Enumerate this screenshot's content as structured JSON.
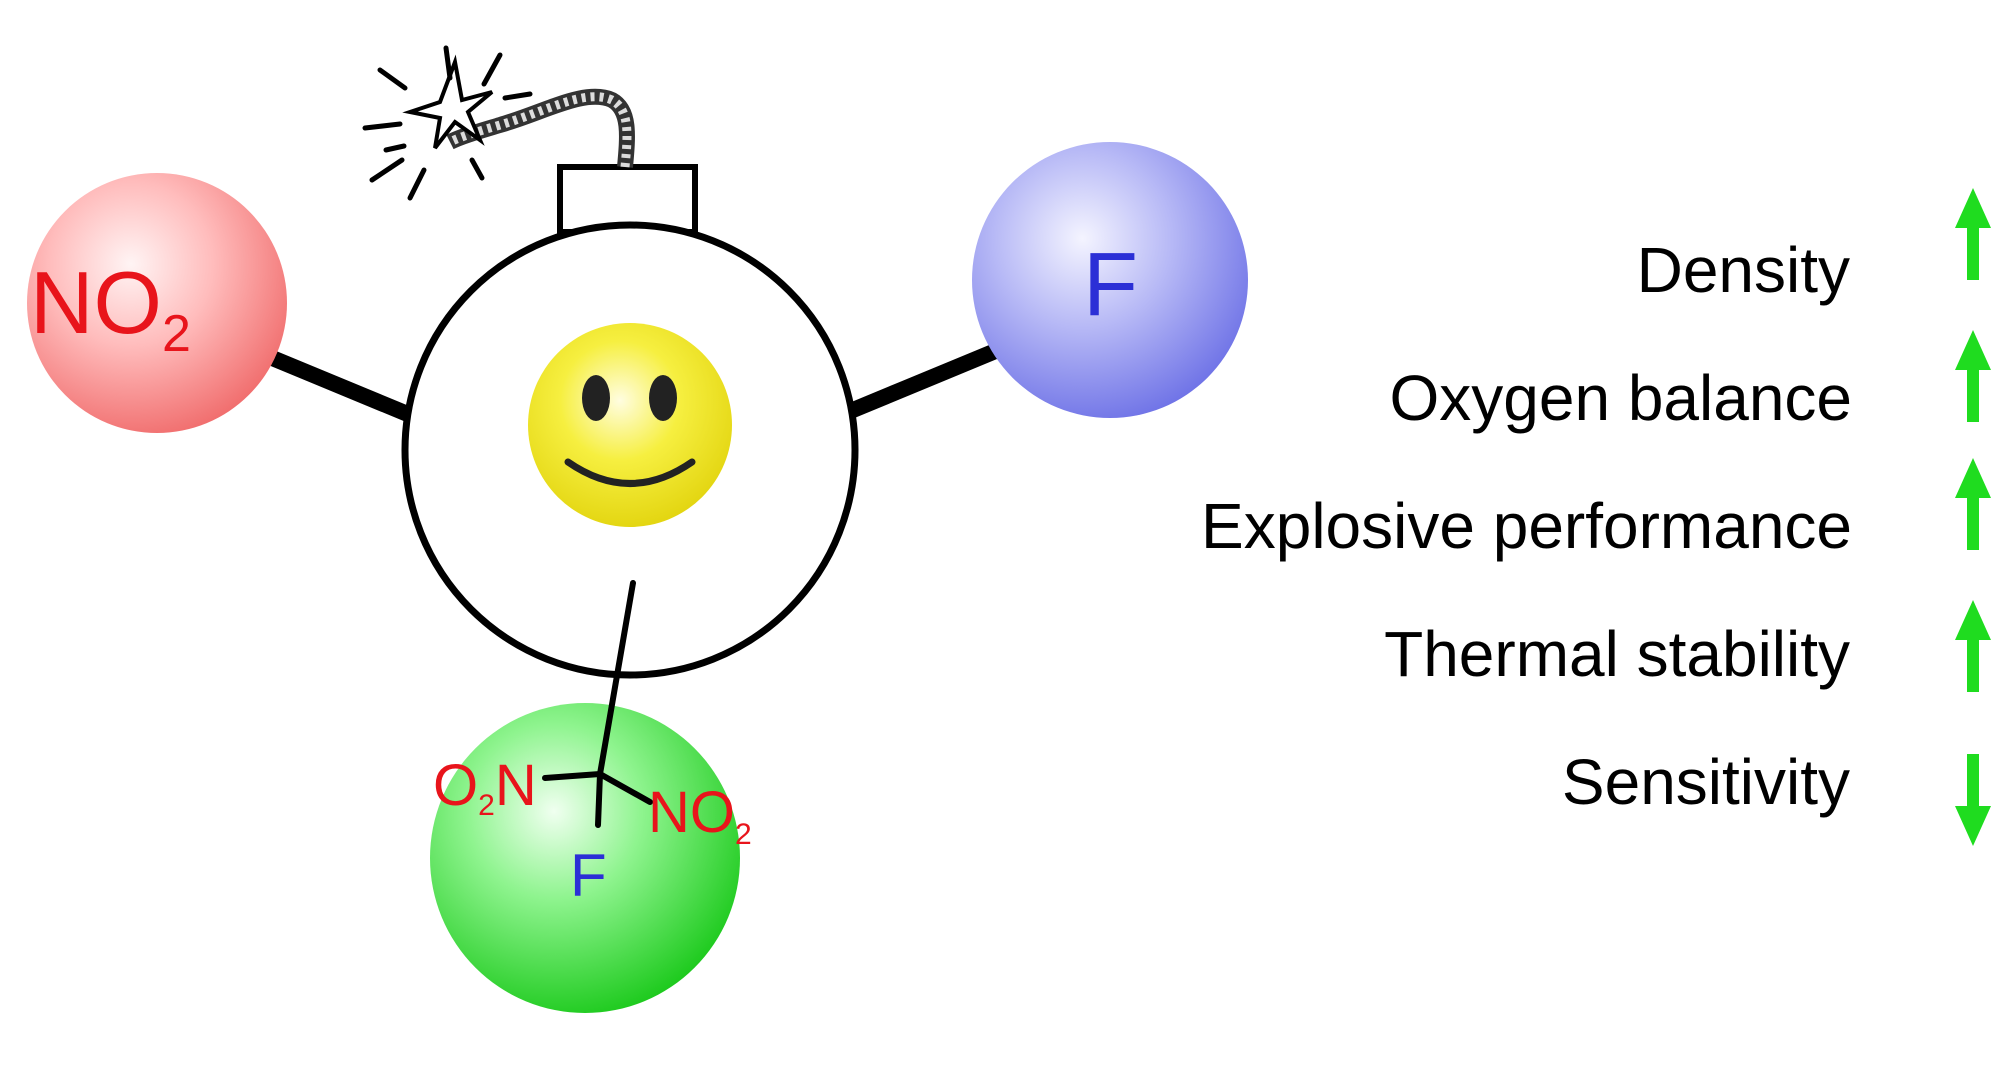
{
  "groups": {
    "nitro": {
      "main": "NO",
      "sub": "2",
      "color": "#e8141b"
    },
    "fluoro": {
      "label": "F",
      "color": "#2b2fd6"
    },
    "fluorodinitromethyl": {
      "left_main": "O",
      "left_sub": "2",
      "left_end": "N",
      "right_main": "NO",
      "right_sub": "2",
      "bottom": "F"
    }
  },
  "properties": [
    {
      "label": "Density",
      "trend": "up"
    },
    {
      "label": "Oxygen balance",
      "trend": "up"
    },
    {
      "label": "Explosive performance",
      "trend": "up"
    },
    {
      "label": "Thermal stability",
      "trend": "up"
    },
    {
      "label": "Sensitivity",
      "trend": "down"
    }
  ],
  "colors": {
    "red": "#e8141b",
    "blue": "#2b2fd6",
    "arrow_green": "#1fdc1f",
    "smiley_yellow": "#f3ea1a"
  },
  "icons": [
    "bomb-icon",
    "spark-icon",
    "smiley-face-icon",
    "up-arrow-icon",
    "down-arrow-icon"
  ]
}
